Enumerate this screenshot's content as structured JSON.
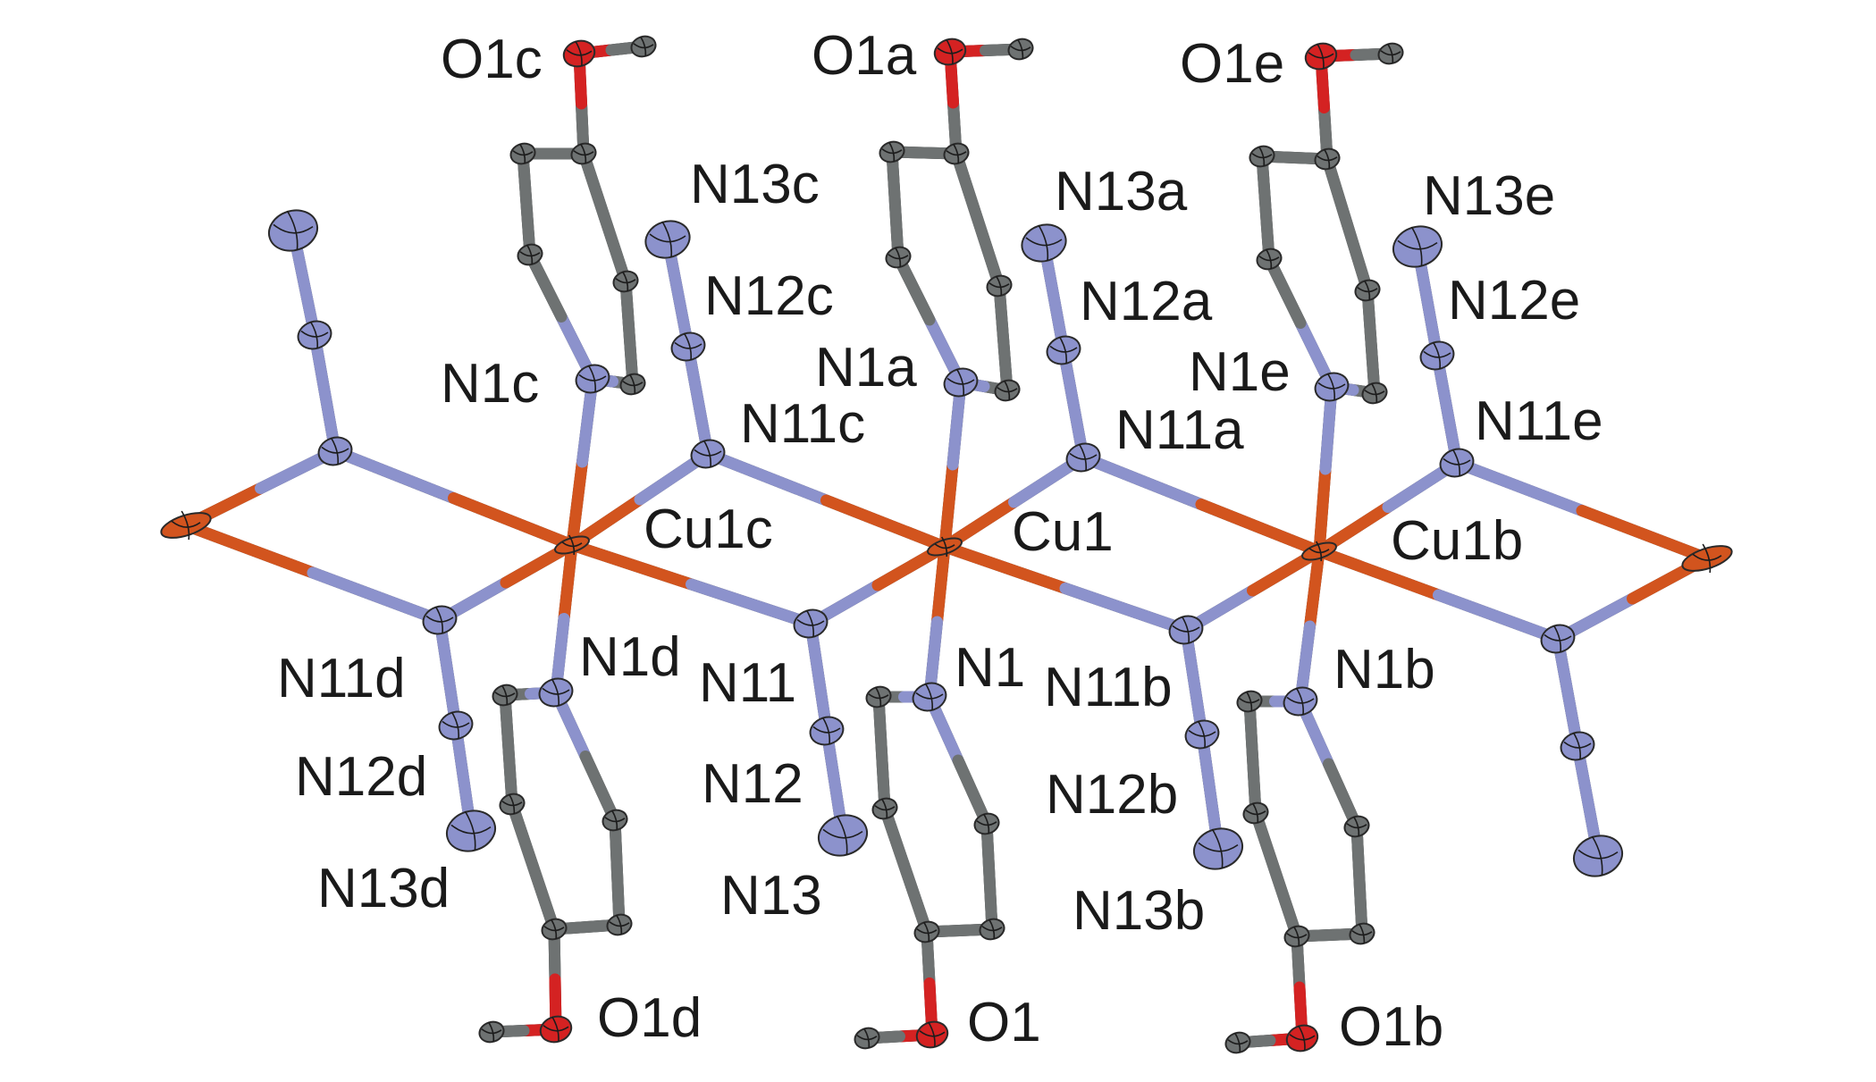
{
  "colors": {
    "Cu": "#d2541e",
    "N": "#8c92cc",
    "C": "#6e7272",
    "O": "#d42222",
    "background": "#ffffff",
    "label": "#1a1a1a"
  },
  "atoms": [
    {
      "id": "Cu1c",
      "element": "Cu",
      "label": "Cu1c"
    },
    {
      "id": "Cu1",
      "element": "Cu",
      "label": "Cu1"
    },
    {
      "id": "Cu1b",
      "element": "Cu",
      "label": "Cu1b"
    },
    {
      "id": "Cuextl",
      "element": "Cu",
      "label": ""
    },
    {
      "id": "Cuextr",
      "element": "Cu",
      "label": ""
    },
    {
      "id": "N11c",
      "element": "N",
      "label": "N11c"
    },
    {
      "id": "N12c",
      "element": "N",
      "label": "N12c"
    },
    {
      "id": "N13c",
      "element": "N",
      "label": "N13c"
    },
    {
      "id": "N11a",
      "element": "N",
      "label": "N11a"
    },
    {
      "id": "N12a",
      "element": "N",
      "label": "N12a"
    },
    {
      "id": "N13a",
      "element": "N",
      "label": "N13a"
    },
    {
      "id": "N11e",
      "element": "N",
      "label": "N11e"
    },
    {
      "id": "N12e",
      "element": "N",
      "label": "N12e"
    },
    {
      "id": "N13e",
      "element": "N",
      "label": "N13e"
    },
    {
      "id": "N11d",
      "element": "N",
      "label": "N11d"
    },
    {
      "id": "N12d",
      "element": "N",
      "label": "N12d"
    },
    {
      "id": "N13d",
      "element": "N",
      "label": "N13d"
    },
    {
      "id": "N11",
      "element": "N",
      "label": "N11"
    },
    {
      "id": "N12",
      "element": "N",
      "label": "N12"
    },
    {
      "id": "N13",
      "element": "N",
      "label": "N13"
    },
    {
      "id": "N11b",
      "element": "N",
      "label": "N11b"
    },
    {
      "id": "N12b",
      "element": "N",
      "label": "N12b"
    },
    {
      "id": "N13b",
      "element": "N",
      "label": "N13b"
    },
    {
      "id": "N11x",
      "element": "N",
      "label": ""
    },
    {
      "id": "N12x",
      "element": "N",
      "label": ""
    },
    {
      "id": "N13x",
      "element": "N",
      "label": ""
    },
    {
      "id": "N11y",
      "element": "N",
      "label": ""
    },
    {
      "id": "N12y",
      "element": "N",
      "label": ""
    },
    {
      "id": "N13y",
      "element": "N",
      "label": ""
    },
    {
      "id": "N1c",
      "element": "N",
      "label": "N1c"
    },
    {
      "id": "C2c",
      "element": "C",
      "label": ""
    },
    {
      "id": "C3c",
      "element": "C",
      "label": ""
    },
    {
      "id": "C4c",
      "element": "C",
      "label": ""
    },
    {
      "id": "C5c",
      "element": "C",
      "label": ""
    },
    {
      "id": "C6c",
      "element": "C",
      "label": ""
    },
    {
      "id": "O1c",
      "element": "O",
      "label": "O1c"
    },
    {
      "id": "C7c",
      "element": "C",
      "label": ""
    },
    {
      "id": "N1a",
      "element": "N",
      "label": "N1a"
    },
    {
      "id": "C2a",
      "element": "C",
      "label": ""
    },
    {
      "id": "C3a",
      "element": "C",
      "label": ""
    },
    {
      "id": "C4a",
      "element": "C",
      "label": ""
    },
    {
      "id": "C5a",
      "element": "C",
      "label": ""
    },
    {
      "id": "C6a",
      "element": "C",
      "label": ""
    },
    {
      "id": "O1a",
      "element": "O",
      "label": "O1a"
    },
    {
      "id": "C7a",
      "element": "C",
      "label": ""
    },
    {
      "id": "N1e",
      "element": "N",
      "label": "N1e"
    },
    {
      "id": "C2e",
      "element": "C",
      "label": ""
    },
    {
      "id": "C3e",
      "element": "C",
      "label": ""
    },
    {
      "id": "C4e",
      "element": "C",
      "label": ""
    },
    {
      "id": "C5e",
      "element": "C",
      "label": ""
    },
    {
      "id": "C6e",
      "element": "C",
      "label": ""
    },
    {
      "id": "O1e",
      "element": "O",
      "label": "O1e"
    },
    {
      "id": "C7e",
      "element": "C",
      "label": ""
    },
    {
      "id": "N1d",
      "element": "N",
      "label": "N1d"
    },
    {
      "id": "C2d",
      "element": "C",
      "label": ""
    },
    {
      "id": "C3d",
      "element": "C",
      "label": ""
    },
    {
      "id": "C4d",
      "element": "C",
      "label": ""
    },
    {
      "id": "C5d",
      "element": "C",
      "label": ""
    },
    {
      "id": "C6d",
      "element": "C",
      "label": ""
    },
    {
      "id": "O1d",
      "element": "O",
      "label": "O1d"
    },
    {
      "id": "C7d",
      "element": "C",
      "label": ""
    },
    {
      "id": "N1",
      "element": "N",
      "label": "N1"
    },
    {
      "id": "C2",
      "element": "C",
      "label": ""
    },
    {
      "id": "C3",
      "element": "C",
      "label": ""
    },
    {
      "id": "C4",
      "element": "C",
      "label": ""
    },
    {
      "id": "C5",
      "element": "C",
      "label": ""
    },
    {
      "id": "C6",
      "element": "C",
      "label": ""
    },
    {
      "id": "O1",
      "element": "O",
      "label": "O1"
    },
    {
      "id": "C7",
      "element": "C",
      "label": ""
    },
    {
      "id": "N1b",
      "element": "N",
      "label": "N1b"
    },
    {
      "id": "C2b",
      "element": "C",
      "label": ""
    },
    {
      "id": "C3b",
      "element": "C",
      "label": ""
    },
    {
      "id": "C4b",
      "element": "C",
      "label": ""
    },
    {
      "id": "C5b",
      "element": "C",
      "label": ""
    },
    {
      "id": "C6b",
      "element": "C",
      "label": ""
    },
    {
      "id": "O1b",
      "element": "O",
      "label": "O1b"
    },
    {
      "id": "C7b",
      "element": "C",
      "label": ""
    }
  ],
  "bonds": [
    [
      "Cuextl",
      "N11x"
    ],
    [
      "Cuextl",
      "N11d"
    ],
    [
      "N11x",
      "Cu1c"
    ],
    [
      "N11d",
      "Cu1c"
    ],
    [
      "N11x",
      "N12x"
    ],
    [
      "N12x",
      "N13x"
    ],
    [
      "N11d",
      "N12d"
    ],
    [
      "N12d",
      "N13d"
    ],
    [
      "Cu1c",
      "N11c"
    ],
    [
      "Cu1c",
      "N11"
    ],
    [
      "N11c",
      "Cu1"
    ],
    [
      "N11",
      "Cu1"
    ],
    [
      "N11c",
      "N12c"
    ],
    [
      "N12c",
      "N13c"
    ],
    [
      "N11",
      "N12"
    ],
    [
      "N12",
      "N13"
    ],
    [
      "Cu1",
      "N11a"
    ],
    [
      "Cu1",
      "N11b"
    ],
    [
      "N11a",
      "Cu1b"
    ],
    [
      "N11b",
      "Cu1b"
    ],
    [
      "N11a",
      "N12a"
    ],
    [
      "N12a",
      "N13a"
    ],
    [
      "N11b",
      "N12b"
    ],
    [
      "N12b",
      "N13b"
    ],
    [
      "Cu1b",
      "N11e"
    ],
    [
      "Cu1b",
      "N11y"
    ],
    [
      "N11e",
      "Cuextr"
    ],
    [
      "N11y",
      "Cuextr"
    ],
    [
      "N11e",
      "N12e"
    ],
    [
      "N12e",
      "N13e"
    ],
    [
      "N11y",
      "N12y"
    ],
    [
      "N12y",
      "N13y"
    ],
    [
      "Cu1c",
      "N1c"
    ],
    [
      "N1c",
      "C2c"
    ],
    [
      "C2c",
      "C3c"
    ],
    [
      "C3c",
      "C4c"
    ],
    [
      "C4c",
      "C5c"
    ],
    [
      "C5c",
      "C6c"
    ],
    [
      "C6c",
      "N1c"
    ],
    [
      "C4c",
      "O1c"
    ],
    [
      "O1c",
      "C7c"
    ],
    [
      "Cu1",
      "N1a"
    ],
    [
      "N1a",
      "C2a"
    ],
    [
      "C2a",
      "C3a"
    ],
    [
      "C3a",
      "C4a"
    ],
    [
      "C4a",
      "C5a"
    ],
    [
      "C5a",
      "C6a"
    ],
    [
      "C6a",
      "N1a"
    ],
    [
      "C4a",
      "O1a"
    ],
    [
      "O1a",
      "C7a"
    ],
    [
      "Cu1b",
      "N1e"
    ],
    [
      "N1e",
      "C2e"
    ],
    [
      "C2e",
      "C3e"
    ],
    [
      "C3e",
      "C4e"
    ],
    [
      "C4e",
      "C5e"
    ],
    [
      "C5e",
      "C6e"
    ],
    [
      "C6e",
      "N1e"
    ],
    [
      "C4e",
      "O1e"
    ],
    [
      "O1e",
      "C7e"
    ],
    [
      "Cu1c",
      "N1d"
    ],
    [
      "N1d",
      "C2d"
    ],
    [
      "C2d",
      "C3d"
    ],
    [
      "C3d",
      "C4d"
    ],
    [
      "C4d",
      "C5d"
    ],
    [
      "C5d",
      "C6d"
    ],
    [
      "C6d",
      "N1d"
    ],
    [
      "C4d",
      "O1d"
    ],
    [
      "O1d",
      "C7d"
    ],
    [
      "Cu1",
      "N1"
    ],
    [
      "N1",
      "C2"
    ],
    [
      "C2",
      "C3"
    ],
    [
      "C3",
      "C4"
    ],
    [
      "C4",
      "C5"
    ],
    [
      "C5",
      "C6"
    ],
    [
      "C6",
      "N1"
    ],
    [
      "C4",
      "O1"
    ],
    [
      "O1",
      "C7"
    ],
    [
      "Cu1b",
      "N1b"
    ],
    [
      "N1b",
      "C2b"
    ],
    [
      "C2b",
      "C3b"
    ],
    [
      "C3b",
      "C4b"
    ],
    [
      "C4b",
      "C5b"
    ],
    [
      "C5b",
      "C6b"
    ],
    [
      "C6b",
      "N1b"
    ],
    [
      "C4b",
      "O1b"
    ],
    [
      "O1b",
      "C7b"
    ]
  ]
}
